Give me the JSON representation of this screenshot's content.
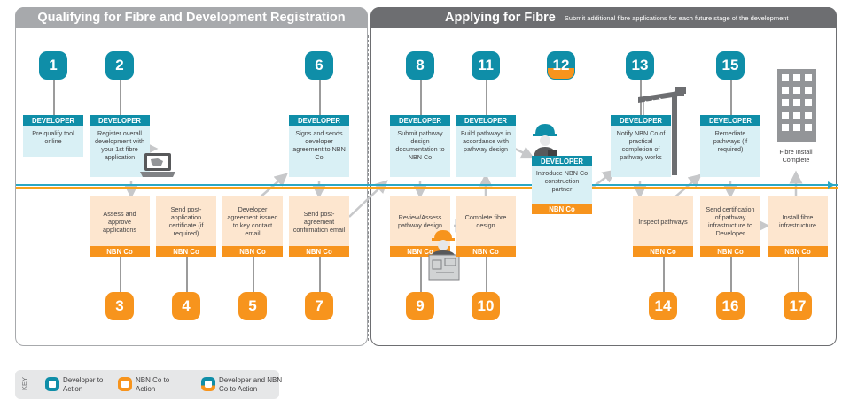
{
  "header": {
    "left_title": "Qualifying for Fibre and Development Registration",
    "right_title": "Applying for Fibre",
    "right_subtitle": "Submit additional fibre applications for each future stage of the development"
  },
  "labels": {
    "developer": "DEVELOPER",
    "nbn": "NBN Co"
  },
  "steps": {
    "s1": {
      "num": "1",
      "text": "Pre qualify tool online"
    },
    "s2": {
      "num": "2",
      "text": "Register overall development with your 1st fibre application"
    },
    "s3": {
      "num": "3",
      "text": "Assess and approve applications"
    },
    "s4": {
      "num": "4",
      "text": "Send post-application certificate (if required)"
    },
    "s5": {
      "num": "5",
      "text": "Developer agreement issued to key contact email"
    },
    "s6": {
      "num": "6",
      "text": "Signs and sends developer agreement to NBN Co"
    },
    "s7": {
      "num": "7",
      "text": "Send post-agreement confirmation email"
    },
    "s8": {
      "num": "8",
      "text": "Submit pathway design documentation to NBN Co"
    },
    "s9": {
      "num": "9",
      "text": "Review/Assess pathway design"
    },
    "s10": {
      "num": "10",
      "text": "Complete fibre design"
    },
    "s11": {
      "num": "11",
      "text": "Build pathways in accordance with pathway design"
    },
    "s12": {
      "num": "12",
      "text": "Introduce NBN Co construction partner"
    },
    "s13": {
      "num": "13",
      "text": "Notify NBN Co of practical completion of pathway works"
    },
    "s14": {
      "num": "14",
      "text": "Inspect pathways"
    },
    "s15": {
      "num": "15",
      "text": "Remediate pathways (if required)"
    },
    "s16": {
      "num": "16",
      "text": "Send certification of pathway infrastructure to Developer"
    },
    "s17": {
      "num": "17",
      "text": "Install fibre infrastructure"
    },
    "end": {
      "text": "Fibre Install Complete"
    }
  },
  "key": {
    "title": "KEY",
    "developer": "Developer to Action",
    "nbn": "NBN Co to Action",
    "both": "Developer and NBN Co to Action"
  },
  "colors": {
    "developer": "#0f8ea8",
    "nbn": "#f7941d",
    "developer_box": "#d9f0f5",
    "nbn_box": "#fde6cf",
    "flow_blue": "#2aa8c4",
    "flow_orange": "#f7a21b"
  }
}
